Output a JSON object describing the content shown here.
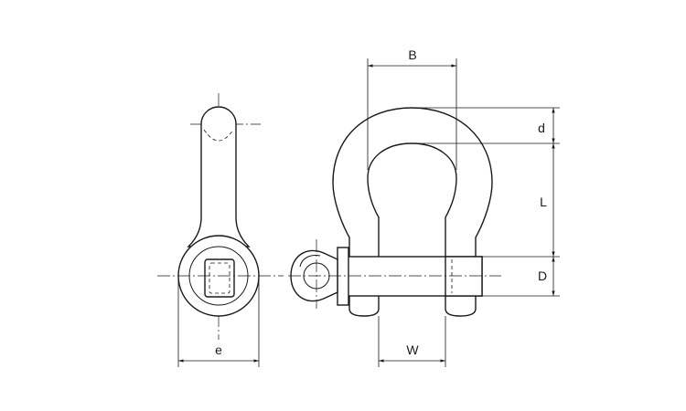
{
  "diagram": {
    "labels": {
      "B": "B",
      "d": "d",
      "L": "L",
      "D": "D",
      "W": "W",
      "e": "e"
    }
  }
}
